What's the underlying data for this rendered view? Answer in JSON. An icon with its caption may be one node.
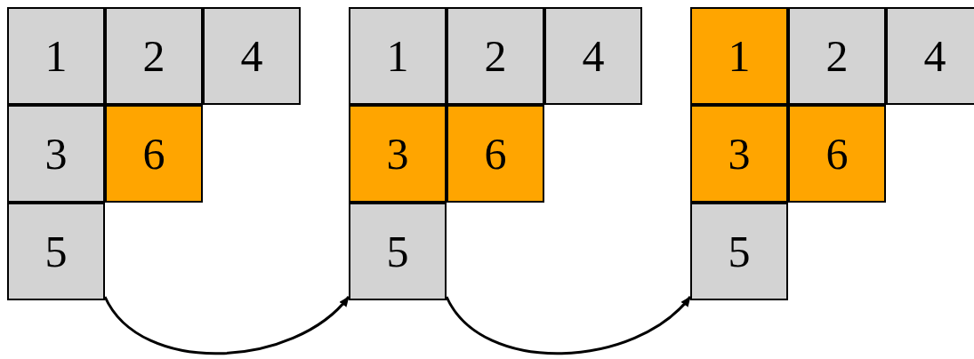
{
  "diagram": {
    "nodes": [
      {
        "text": [
          "1"
        ]
      },
      {
        "text": [
          "2"
        ]
      },
      {
        "text": [
          "4"
        ]
      },
      {
        "text": [
          "3"
        ]
      },
      {
        "text": [
          "6"
        ]
      },
      {
        "text": [
          "5"
        ]
      },
      {
        "text": [
          "1"
        ]
      },
      {
        "text": [
          "2"
        ]
      },
      {
        "text": [
          "4"
        ]
      },
      {
        "text": [
          "3"
        ]
      },
      {
        "text": [
          "6"
        ]
      },
      {
        "text": [
          "5"
        ]
      },
      {
        "text": [
          "1"
        ]
      },
      {
        "text": [
          "2"
        ]
      },
      {
        "text": [
          "4"
        ]
      },
      {
        "text": [
          "3"
        ]
      },
      {
        "text": [
          "6"
        ]
      },
      {
        "text": [
          "5"
        ]
      }
    ],
    "edges": [
      {
        "from": 5,
        "to": 11,
        "arrow": "to"
      },
      {
        "from": 11,
        "to": 17,
        "arrow": "to"
      }
    ]
  }
}
